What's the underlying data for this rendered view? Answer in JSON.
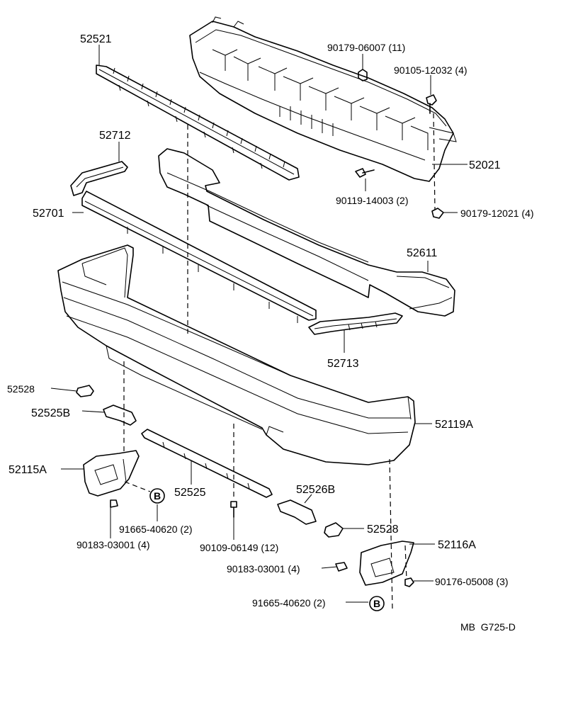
{
  "parts": [
    {
      "id": "p52521",
      "number": "52521"
    },
    {
      "id": "p90179_06007",
      "number": "90179-06007 (11)"
    },
    {
      "id": "p90105_12032",
      "number": "90105-12032 (4)"
    },
    {
      "id": "p52712",
      "number": "52712"
    },
    {
      "id": "p52021",
      "number": "52021"
    },
    {
      "id": "p90119_14003",
      "number": "90119-14003 (2)"
    },
    {
      "id": "p52701",
      "number": "52701"
    },
    {
      "id": "p90179_12021",
      "number": "90179-12021 (4)"
    },
    {
      "id": "p52611",
      "number": "52611"
    },
    {
      "id": "p52713",
      "number": "52713"
    },
    {
      "id": "p52528_left",
      "number": "52528"
    },
    {
      "id": "p52525B",
      "number": "52525B"
    },
    {
      "id": "p52119A",
      "number": "52119A"
    },
    {
      "id": "p52115A",
      "number": "52115A"
    },
    {
      "id": "p52525",
      "number": "52525"
    },
    {
      "id": "p52526B",
      "number": "52526B"
    },
    {
      "id": "p91665_40620_left",
      "number": "91665-40620 (2)"
    },
    {
      "id": "p52528_right",
      "number": "52528"
    },
    {
      "id": "p90183_03001_left",
      "number": "90183-03001 (4)"
    },
    {
      "id": "p90109_06149",
      "number": "90109-06149 (12)"
    },
    {
      "id": "p52116A",
      "number": "52116A"
    },
    {
      "id": "p90183_03001_right",
      "number": "90183-03001 (4)"
    },
    {
      "id": "p90176_05008",
      "number": "90176-05008 (3)"
    },
    {
      "id": "p91665_40620_right",
      "number": "91665-40620 (2)"
    }
  ],
  "callout": {
    "letter": "B"
  },
  "footer": {
    "code": "MB  G725-D"
  }
}
